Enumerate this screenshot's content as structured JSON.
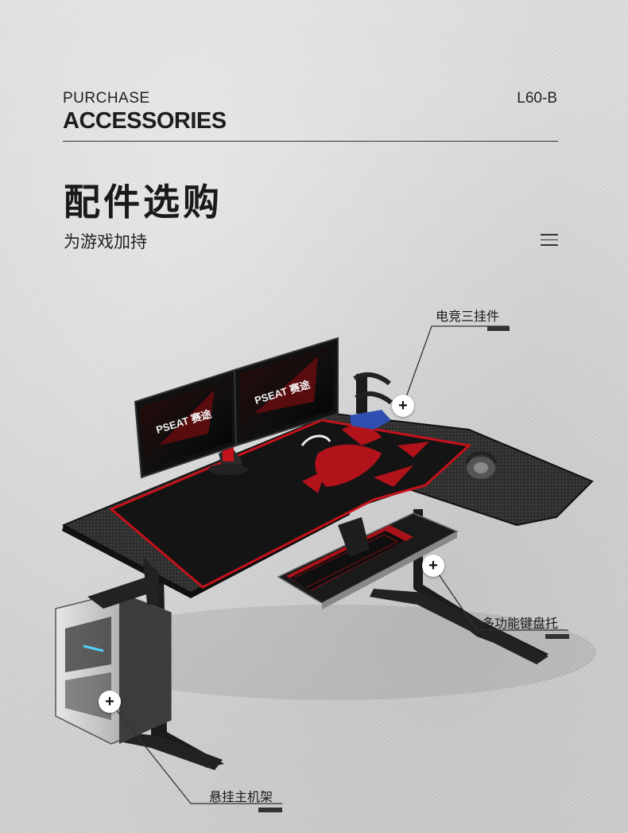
{
  "header": {
    "subtitle": "PURCHASE",
    "title": "ACCESSORIES",
    "model": "L60-B"
  },
  "section": {
    "title_cn": "配件选购",
    "subtitle_cn": "为游戏加持"
  },
  "product": {
    "monitor_brand_left": "PSEAT 赛途",
    "monitor_brand_right": "PSEAT 赛途"
  },
  "callouts": [
    {
      "label": "电竞三挂件",
      "icon": "plus-icon"
    },
    {
      "label": "多功能键盘托",
      "icon": "plus-icon"
    },
    {
      "label": "悬挂主机架",
      "icon": "plus-icon"
    }
  ],
  "colors": {
    "accent_red": "#c4121a",
    "desk_black": "#1a1a1a"
  }
}
